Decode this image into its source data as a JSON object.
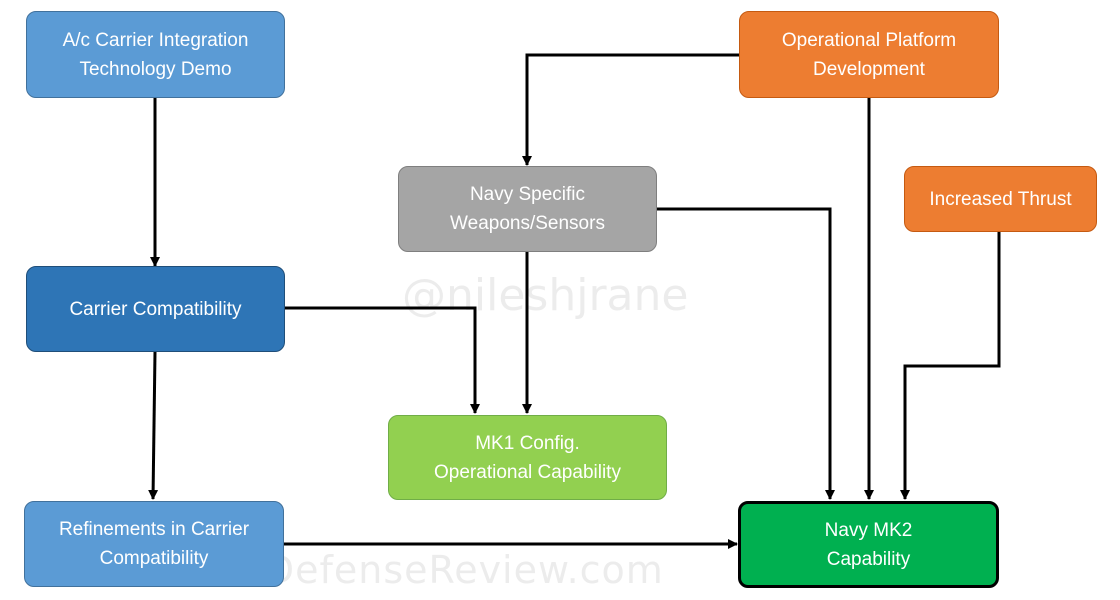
{
  "nodes": {
    "ac_carrier_demo": {
      "lines": [
        "A/c Carrier Integration",
        "Technology Demo"
      ],
      "fill": "#5B9BD5",
      "border": "#41719C"
    },
    "carrier_compat": {
      "lines": [
        "Carrier Compatibility"
      ],
      "fill": "#2E75B6",
      "border": "#1F4E79"
    },
    "refinements": {
      "lines": [
        "Refinements in Carrier",
        "Compatibility"
      ],
      "fill": "#5B9BD5",
      "border": "#41719C"
    },
    "navy_weapons": {
      "lines": [
        "Navy Specific",
        "Weapons/Sensors"
      ],
      "fill": "#A5A5A5",
      "border": "#7F7F7F"
    },
    "mk1_config": {
      "lines": [
        "MK1 Config.",
        "Operational Capability"
      ],
      "fill": "#92D050",
      "border": "#70AD47"
    },
    "op_platform": {
      "lines": [
        "Operational Platform",
        "Development"
      ],
      "fill": "#ED7D31",
      "border": "#C55A11"
    },
    "increased_thrust": {
      "lines": [
        "Increased Thrust"
      ],
      "fill": "#ED7D31",
      "border": "#C55A11"
    },
    "navy_mk2": {
      "lines": [
        "Navy MK2",
        "Capability"
      ],
      "fill": "#00B050",
      "border": "#000000"
    }
  },
  "edges": [
    {
      "from": "ac_carrier_demo",
      "to": "carrier_compat"
    },
    {
      "from": "carrier_compat",
      "to": "refinements"
    },
    {
      "from": "carrier_compat",
      "to": "mk1_config"
    },
    {
      "from": "navy_weapons",
      "to": "mk1_config"
    },
    {
      "from": "op_platform",
      "to": "navy_weapons"
    },
    {
      "from": "op_platform",
      "to": "navy_mk2"
    },
    {
      "from": "navy_weapons",
      "to": "navy_mk2"
    },
    {
      "from": "increased_thrust",
      "to": "navy_mk2"
    },
    {
      "from": "refinements",
      "to": "navy_mk2"
    }
  ],
  "watermarks": {
    "handle": "@nileshjrane",
    "site": "DelhiDefenseReview.com"
  }
}
